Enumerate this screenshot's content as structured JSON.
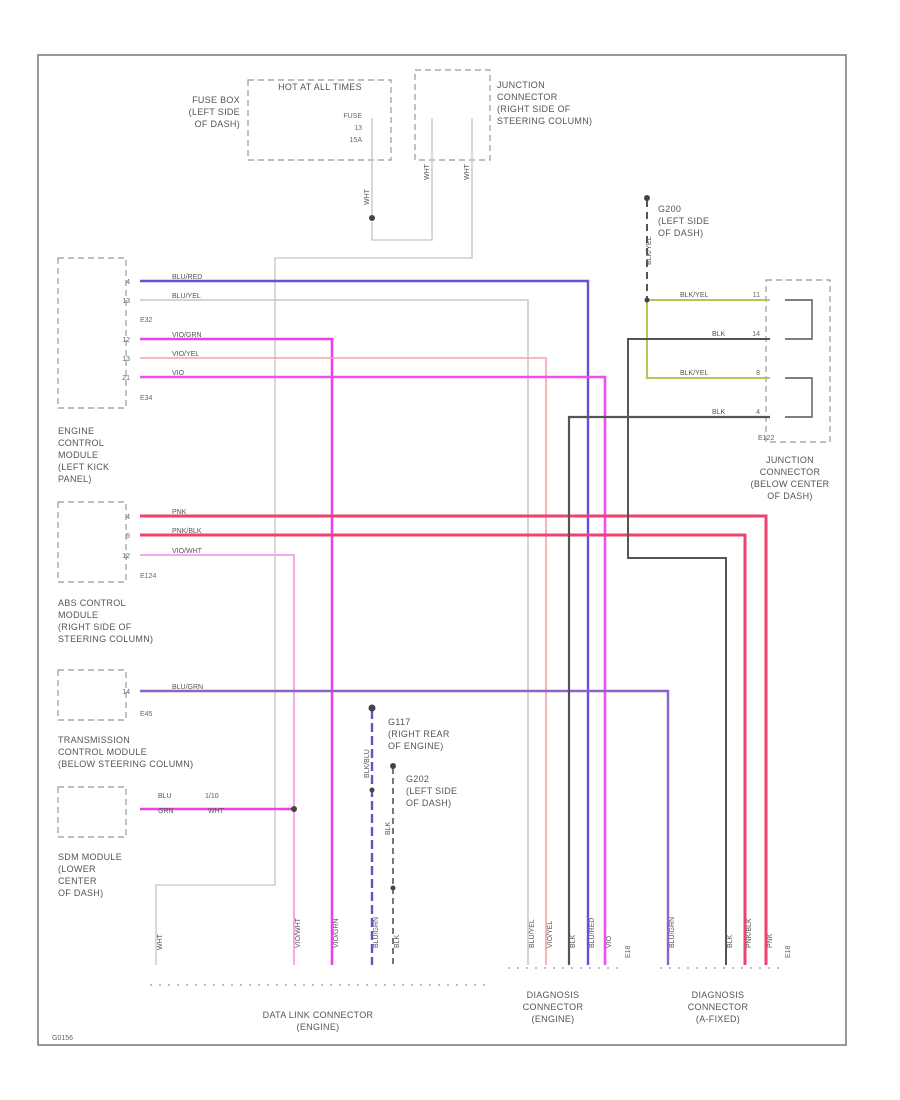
{
  "components": {
    "fuse_box": {
      "lines": [
        "FUSE BOX",
        "(LEFT SIDE",
        "OF DASH)"
      ],
      "header": "HOT AT ALL TIMES",
      "fuse": [
        "FUSE",
        "13",
        "15A"
      ]
    },
    "junction_top": {
      "lines": [
        "JUNCTION",
        "CONNECTOR",
        "(RIGHT SIDE OF",
        "STEERING COLUMN)"
      ]
    },
    "g200": {
      "lines": [
        "G200",
        "(LEFT SIDE",
        "OF DASH)"
      ]
    },
    "ecm": {
      "lines": [
        "ENGINE",
        "CONTROL",
        "MODULE",
        "(LEFT KICK",
        "PANEL)"
      ],
      "connectors": [
        "E32",
        "E34"
      ]
    },
    "junction_right": {
      "lines": [
        "JUNCTION",
        "CONNECTOR",
        "(BELOW CENTER",
        "OF DASH)"
      ],
      "connector": "E122"
    },
    "abs": {
      "lines": [
        "ABS CONTROL",
        "MODULE",
        "(RIGHT SIDE OF",
        "STEERING COLUMN)"
      ],
      "connector": "E124"
    },
    "tcm": {
      "lines": [
        "TRANSMISSION",
        "CONTROL MODULE",
        "(BELOW STEERING COLUMN)"
      ],
      "connector": "E45"
    },
    "g117": {
      "lines": [
        "G117",
        "(RIGHT REAR",
        "OF ENGINE)"
      ]
    },
    "g202": {
      "lines": [
        "G202",
        "(LEFT SIDE",
        "OF DASH)"
      ]
    },
    "sdm": {
      "lines": [
        "SDM MODULE",
        "(LOWER",
        "CENTER",
        "OF DASH)"
      ]
    },
    "dlc": {
      "lines": [
        "DATA LINK CONNECTOR",
        "(ENGINE)"
      ]
    },
    "diag_engine": {
      "lines": [
        "DIAGNOSIS",
        "CONNECTOR",
        "(ENGINE)"
      ],
      "connector": "E18"
    },
    "diag_fixed": {
      "lines": [
        "DIAGNOSIS",
        "CONNECTOR",
        "(A-FIXED)"
      ],
      "connector": "E18"
    }
  },
  "wires": {
    "ecm": [
      {
        "pin": "4",
        "label": "BLU/RED"
      },
      {
        "pin": "13",
        "label": "BLU/YEL"
      },
      {
        "pin": "12",
        "label": "VIO/GRN"
      },
      {
        "pin": "13",
        "label": "VIO/YEL"
      },
      {
        "pin": "21",
        "label": "VIO"
      }
    ],
    "abs": [
      {
        "pin": "4",
        "label": "PNK"
      },
      {
        "pin": "5",
        "label": "PNK/BLK"
      },
      {
        "pin": "12",
        "label": "VIO/WHT"
      }
    ],
    "tcm": {
      "pin": "14",
      "label": "BLU/GRN"
    },
    "sdm": {
      "top": "BLU",
      "top_pin": "1/10",
      "bottom": "GRN",
      "bottom_pin": "WHT"
    },
    "junction_right": [
      {
        "pin": "11",
        "label": "BLK/YEL"
      },
      {
        "pin": "14",
        "label": "BLK"
      },
      {
        "pin": "8",
        "label": "BLK/YEL"
      },
      {
        "pin": "4",
        "label": "BLK"
      }
    ],
    "fuse_wht": "WHT",
    "jc_wht": "WHT",
    "g200_wire": "BLK/YEL",
    "g117_wire": "BLK/BLU",
    "g202_wire": "BLK",
    "dlc_wires": [
      "WHT",
      "VIO/WHT",
      "VIO/GRN",
      "BLU/GRN",
      "BLK"
    ],
    "diag_engine_wires": [
      "BLU/YEL",
      "VIO/YEL",
      "BLK",
      "BLU/RED",
      "VIO"
    ],
    "diag_fixed_wires": [
      "BLU/GRN",
      "BLK",
      "PNK/BLK",
      "PNK"
    ]
  },
  "footer_code": "G0156",
  "colors": {
    "blu_red": "#6a4fd6",
    "blu_yel": "#c9c9c9",
    "vio_grn": "#ef3fe6",
    "vio_yel": "#f5a0a6",
    "vio": "#f04ef0",
    "pnk": "#f0426e",
    "vio_wht": "#f7a6f2",
    "blu_grn": "#8c63c9",
    "blk": "#555555",
    "blk_yel": "#b9c35a",
    "wht": "#cccccc",
    "blk_blu": "#5e57c2"
  }
}
